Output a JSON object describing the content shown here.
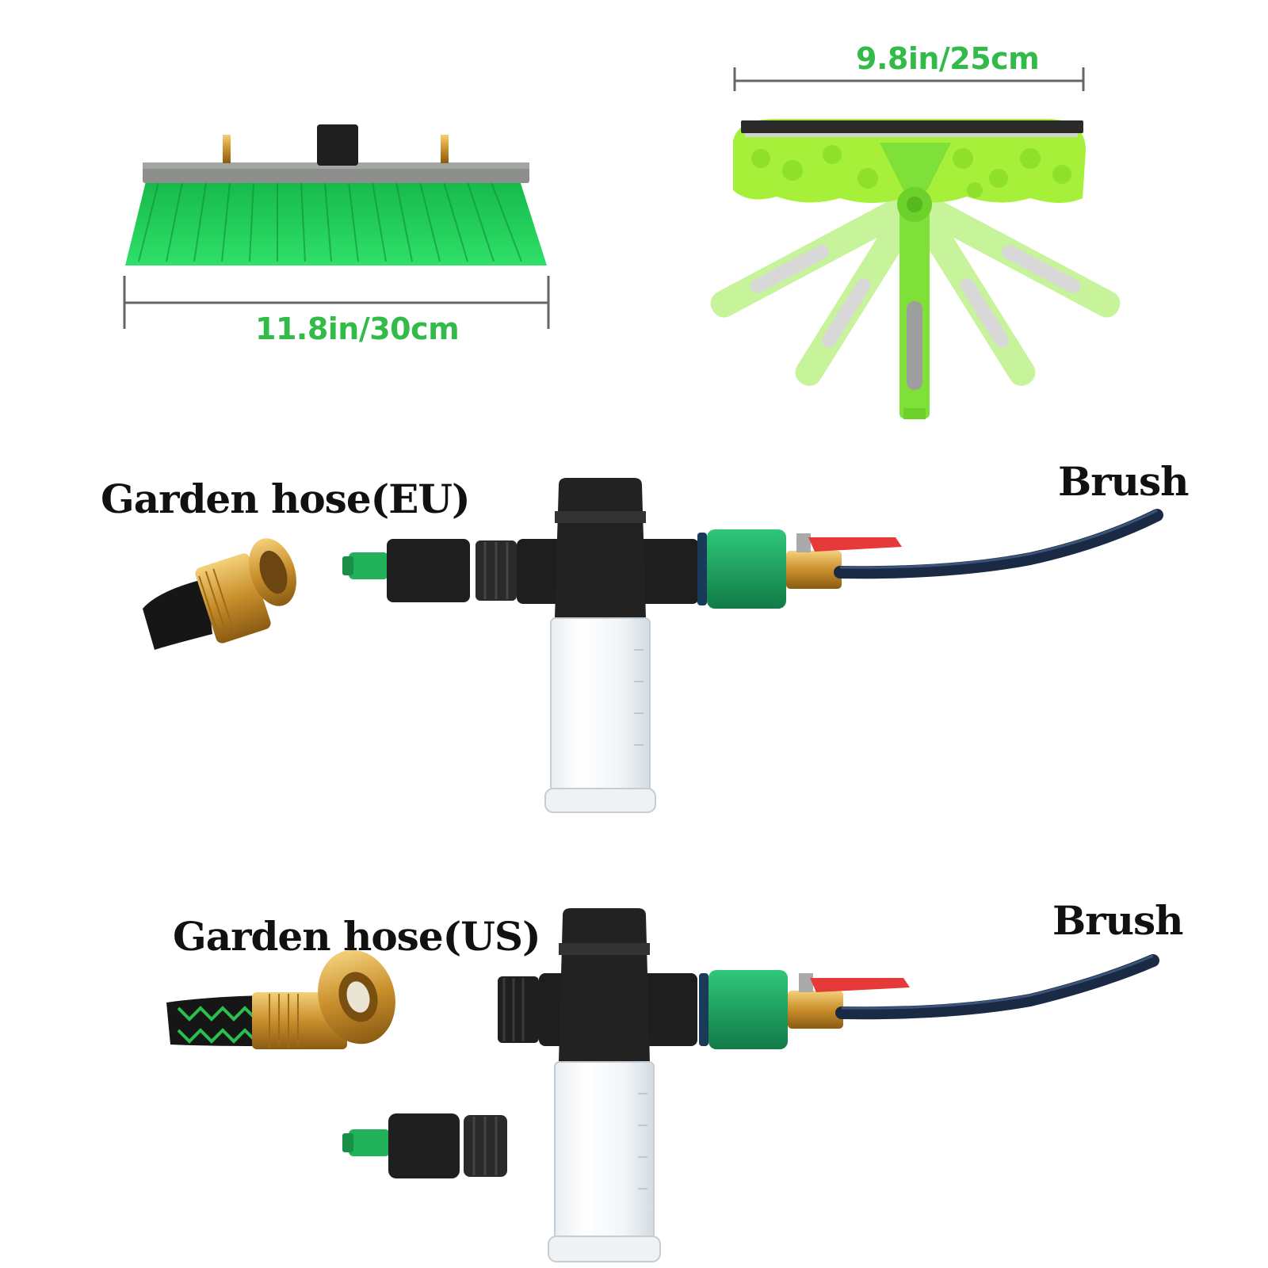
{
  "dimensions": {
    "brush_width": "11.8in/30cm",
    "squeegee_width": "9.8in/25cm"
  },
  "eu_setup": {
    "hose_label": "Garden hose(EU)",
    "brush_label": "Brush"
  },
  "us_setup": {
    "hose_label": "Garden hose(US)",
    "brush_label": "Brush"
  },
  "colors": {
    "accent_green": "#33bb4a",
    "bristle_green": "#22d35a",
    "lime_green": "#a6f03a",
    "connector_green": "#1fa864",
    "valve_red": "#e63a3a",
    "brass": "#d9a441",
    "body_black": "#1e1e1e"
  }
}
